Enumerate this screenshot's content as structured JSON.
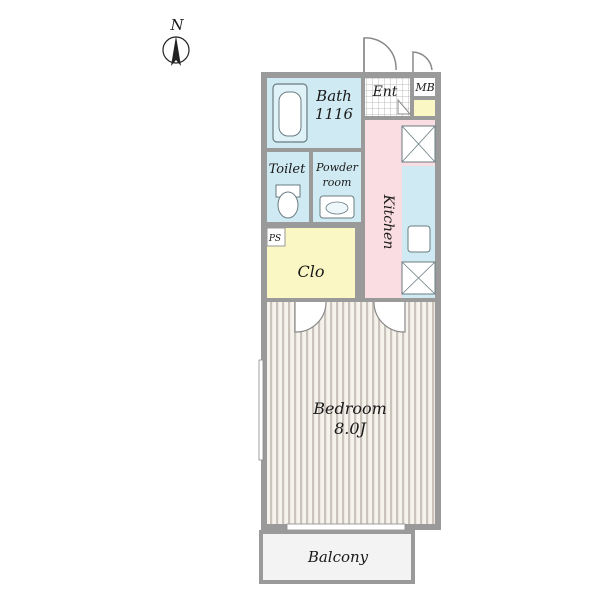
{
  "compass": {
    "label": "N"
  },
  "rooms": {
    "bath": {
      "name": "Bath",
      "size": "1116"
    },
    "entrance": {
      "name": "Ent"
    },
    "meter_box": {
      "name": "MB"
    },
    "toilet": {
      "name": "Toilet"
    },
    "powder_room": {
      "line1": "Powder",
      "line2": "room"
    },
    "kitchen": {
      "name": "Kitchen"
    },
    "pipe_space": {
      "name": "PS"
    },
    "closet": {
      "name": "Clo"
    },
    "bedroom": {
      "name": "Bedroom",
      "size": "8.0J"
    },
    "balcony": {
      "name": "Balcony"
    }
  },
  "colors": {
    "wall": "#9a9a9a",
    "bath": "#cfeaf2",
    "kitchen": "#fadde2",
    "closet": "#fbf7c4",
    "floor_stripe": "#cfcfcf",
    "balcony": "#f3f3f3"
  }
}
